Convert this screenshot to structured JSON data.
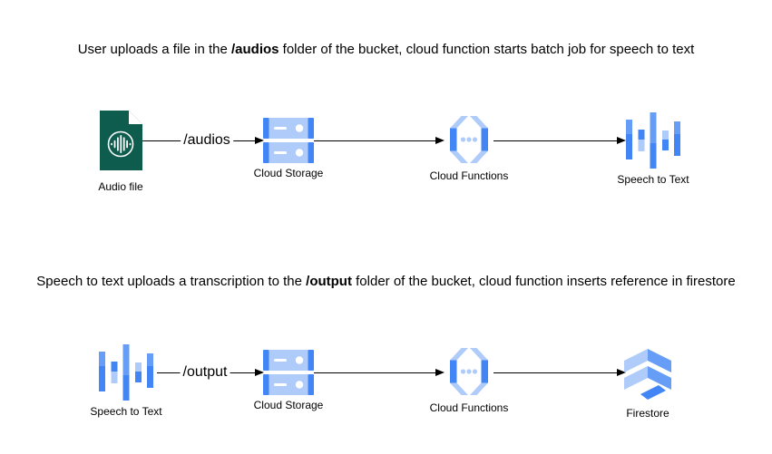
{
  "headings": [
    {
      "pre": "User uploads a file in the ",
      "bold": "/audios",
      "post": " folder of the bucket, cloud function starts batch job for speech to text"
    },
    {
      "pre": "Speech to text uploads a transcription to the ",
      "bold": "/output",
      "post": " folder of the bucket, cloud function inserts reference in firestore"
    }
  ],
  "rows": [
    {
      "arrow_label": "/audios",
      "nodes": [
        {
          "label": "Audio file"
        },
        {
          "label": "Cloud Storage"
        },
        {
          "label": "Cloud Functions"
        },
        {
          "label": "Speech to Text"
        }
      ]
    },
    {
      "arrow_label": "/output",
      "nodes": [
        {
          "label": "Speech to Text"
        },
        {
          "label": "Cloud Storage"
        },
        {
          "label": "Cloud Functions"
        },
        {
          "label": "Firestore"
        }
      ]
    }
  ],
  "colors": {
    "blue_dark": "#4285F4",
    "blue_mid": "#669DF6",
    "blue_light": "#AECBFA",
    "green_document": "#0E5C4E",
    "arrow": "#000000",
    "text": "#000000"
  }
}
